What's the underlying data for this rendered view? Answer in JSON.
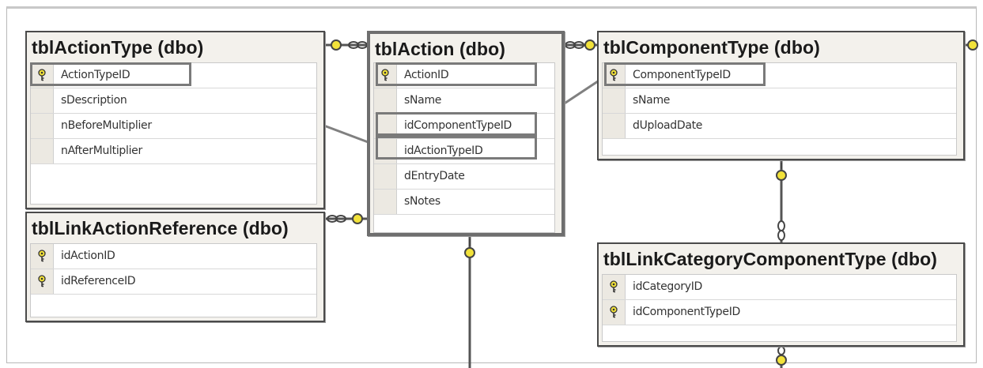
{
  "tables": {
    "action_type": {
      "title": "tblActionType (dbo)",
      "columns": [
        {
          "name": "ActionTypeID",
          "key": true
        },
        {
          "name": "sDescription",
          "key": false
        },
        {
          "name": "nBeforeMultiplier",
          "key": false
        },
        {
          "name": "nAfterMultiplier",
          "key": false
        }
      ]
    },
    "action": {
      "title": "tblAction (dbo)",
      "columns": [
        {
          "name": "ActionID",
          "key": true
        },
        {
          "name": "sName",
          "key": false
        },
        {
          "name": "idComponentTypeID",
          "key": false
        },
        {
          "name": "idActionTypeID",
          "key": false
        },
        {
          "name": "dEntryDate",
          "key": false
        },
        {
          "name": "sNotes",
          "key": false
        }
      ]
    },
    "component_type": {
      "title": "tblComponentType (dbo)",
      "columns": [
        {
          "name": "ComponentTypeID",
          "key": true
        },
        {
          "name": "sName",
          "key": false
        },
        {
          "name": "dUploadDate",
          "key": false
        }
      ]
    },
    "link_action_reference": {
      "title": "tblLinkActionReference (dbo)",
      "columns": [
        {
          "name": "idActionID",
          "key": true
        },
        {
          "name": "idReferenceID",
          "key": true
        }
      ]
    },
    "link_category_component_type": {
      "title": "tblLinkCategoryComponentType (dbo)",
      "columns": [
        {
          "name": "idCategoryID",
          "key": true
        },
        {
          "name": "idComponentTypeID",
          "key": true
        }
      ]
    }
  },
  "colors": {
    "key_icon": "#f2e23a",
    "border": "#4a4a4a",
    "highlight": "#7a7a7a",
    "relationship_line": "#6e6e6e"
  },
  "icons": [
    "primary-key-icon",
    "relationship-key-end-icon",
    "relationship-infinity-end-icon"
  ]
}
